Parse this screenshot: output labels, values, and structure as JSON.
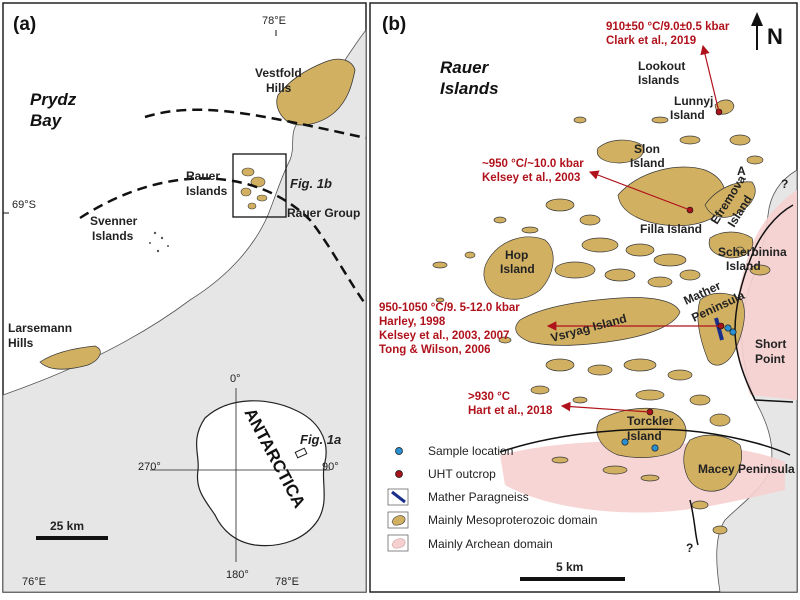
{
  "panel_a": {
    "label": "(a)",
    "coord_top": "78°E",
    "coord_left": "69°S",
    "coord_bottom_left": "76°E",
    "coord_bottom_right": "78°E",
    "bay_line1": "Prydz",
    "bay_line2": "Bay",
    "vestfold_line1": "Vestfold",
    "vestfold_line2": "Hills",
    "rauer_line1": "Rauer",
    "rauer_line2": "Islands",
    "rauer_group": "Rauer Group",
    "fig1b": "Fig. 1b",
    "svenner_line1": "Svenner",
    "svenner_line2": "Islands",
    "larsemann_line1": "Larsemann",
    "larsemann_line2": "Hills",
    "scale": "25 km",
    "inset": {
      "deg_top": "0°",
      "deg_left": "270°",
      "deg_right": "90°",
      "deg_bottom": "180°",
      "continent": "ANTARCTICA",
      "fig1a": "Fig. 1a"
    }
  },
  "panel_b": {
    "label": "(b)",
    "north": "N",
    "title_line1": "Rauer",
    "title_line2": "Islands",
    "places": {
      "lookout1": "Lookout",
      "lookout2": "Islands",
      "lunnyj1": "Lunnyj",
      "lunnyj2": "Island",
      "slon1": "Slon",
      "slon2": "Island",
      "filla": "Filla Island",
      "efremova1": "Efremova",
      "efremova2": "Island",
      "scherbinina1": "Scherbinina",
      "scherbinina2": "Island",
      "hop1": "Hop",
      "hop2": "Island",
      "mather1": "Mather",
      "mather2": "Peninsula",
      "vsryag": "Vsryag Island",
      "short1": "Short",
      "short2": "Point",
      "torckler1": "Torckler",
      "torckler2": "Island",
      "macey": "Macey Peninsula",
      "q1": "?",
      "q2": "?",
      "a_mark": "A"
    },
    "annotations": {
      "clark_line1": "910±50 °C/9.0±0.5 kbar",
      "clark_line2": "Clark et al., 2019",
      "kelsey_line1": "~950 °C/~10.0 kbar",
      "kelsey_line2": "Kelsey et al., 2003",
      "multi_line1": "950-1050 °C/9. 5-12.0 kbar",
      "multi_line2": "Harley, 1998",
      "multi_line3": "Kelsey et al., 2003, 2007",
      "multi_line4": "Tong & Wilson, 2006",
      "hart_line1": ">930 °C",
      "hart_line2": "Hart et al., 2018"
    },
    "legend": [
      "Sample location",
      "UHT outcrop",
      "Mather Paragneiss",
      "Mainly Mesoproterozoic domain",
      "Mainly Archean domain"
    ],
    "scale": "5 km"
  },
  "colors": {
    "land": "#d2b062",
    "land_stroke": "#3a3a3a",
    "sea_ice": "#e6e6e6",
    "archean": "#f6d0d0",
    "sample": "#2a8fd0",
    "uht": "#a5151b",
    "paragneiss": "#1a2f8a",
    "annotation": "#b0121c"
  }
}
